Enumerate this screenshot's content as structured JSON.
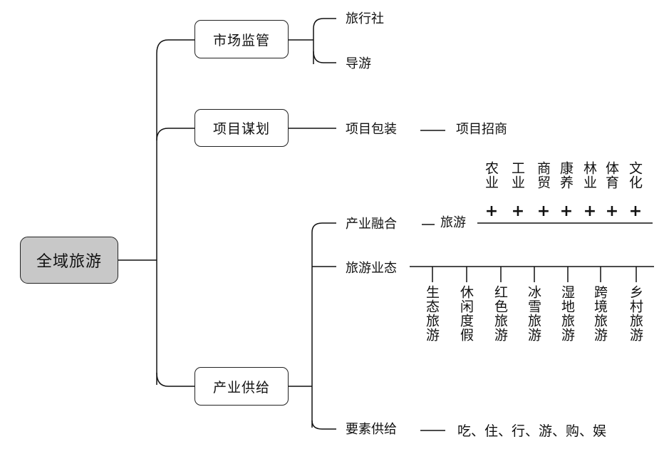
{
  "root": "全域旅游",
  "branches": {
    "market": {
      "label": "市场监管",
      "children": [
        "旅行社",
        "导游"
      ]
    },
    "project": {
      "label": "项目谋划",
      "child": "项目包装",
      "next": "项目招商"
    },
    "supply": {
      "label": "产业供给",
      "fusion": {
        "label": "产业融合",
        "tourism": "旅游",
        "industries": [
          "农业",
          "工业",
          "商贸",
          "康养",
          "林业",
          "体育",
          "文化"
        ],
        "plus": "+"
      },
      "formats": {
        "label": "旅游业态",
        "items": [
          "生态旅游",
          "休闲度假",
          "红色旅游",
          "冰雪旅游",
          "湿地旅游",
          "跨境旅游",
          "乡村旅游"
        ]
      },
      "elements": {
        "label": "要素供给",
        "items": "吃、住、行、游、购、娱"
      }
    }
  }
}
